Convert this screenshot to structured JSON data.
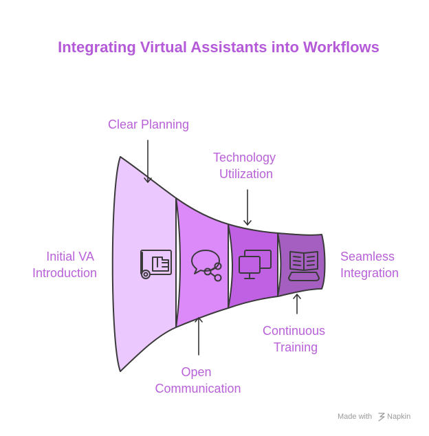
{
  "title": "Integrating Virtual Assistants into Workflows",
  "labels": {
    "initial_va": [
      "Initial VA",
      "Introduction"
    ],
    "clear_planning": [
      "Clear Planning"
    ],
    "technology": [
      "Technology",
      "Utilization"
    ],
    "open_communication": [
      "Open",
      "Communication"
    ],
    "continuous_training": [
      "Continuous",
      "Training"
    ],
    "seamless": [
      "Seamless",
      "Integration"
    ]
  },
  "watermark": {
    "prefix": "Made with",
    "brand": "Napkin"
  },
  "colors": {
    "title": "#b45ad9",
    "label": "#b861d8",
    "segment1": "#ebc8fd",
    "segment2": "#dc89fa",
    "segment3": "#c061e4",
    "segment4": "#a45fc0"
  },
  "icons": [
    "blueprint-icon",
    "chat-share-icon",
    "monitors-icon",
    "open-book-icon"
  ]
}
